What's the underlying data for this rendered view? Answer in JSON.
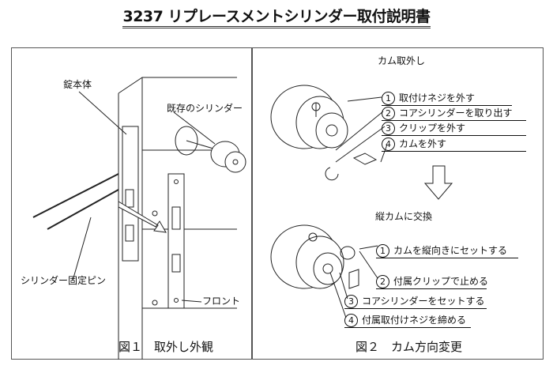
{
  "title": "3237 リプレースメントシリンダー取付説明書",
  "figure1": {
    "labels": {
      "lock_body": "錠本体",
      "existing_cylinder": "既存のシリンダー",
      "fixing_pin": "シリンダー固定ピン",
      "front": "フロント"
    },
    "caption": "図１　取外し外観"
  },
  "figure2": {
    "removal_heading": "カム取外し",
    "removal_steps": [
      {
        "num": "1",
        "text": "取付けネジを外す"
      },
      {
        "num": "2",
        "text": "コアシリンダーを取り出す"
      },
      {
        "num": "3",
        "text": "クリップを外す"
      },
      {
        "num": "4",
        "text": "カムを外す"
      }
    ],
    "exchange_heading": "縦カムに交換",
    "install_steps": [
      {
        "num": "1",
        "text": "カムを縦向きにセットする"
      },
      {
        "num": "2",
        "text": "付属クリップで止める"
      },
      {
        "num": "3",
        "text": "コアシリンダーをセットする"
      },
      {
        "num": "4",
        "text": "付属取付けネジを締める"
      }
    ],
    "caption": "図２　カム方向変更"
  }
}
